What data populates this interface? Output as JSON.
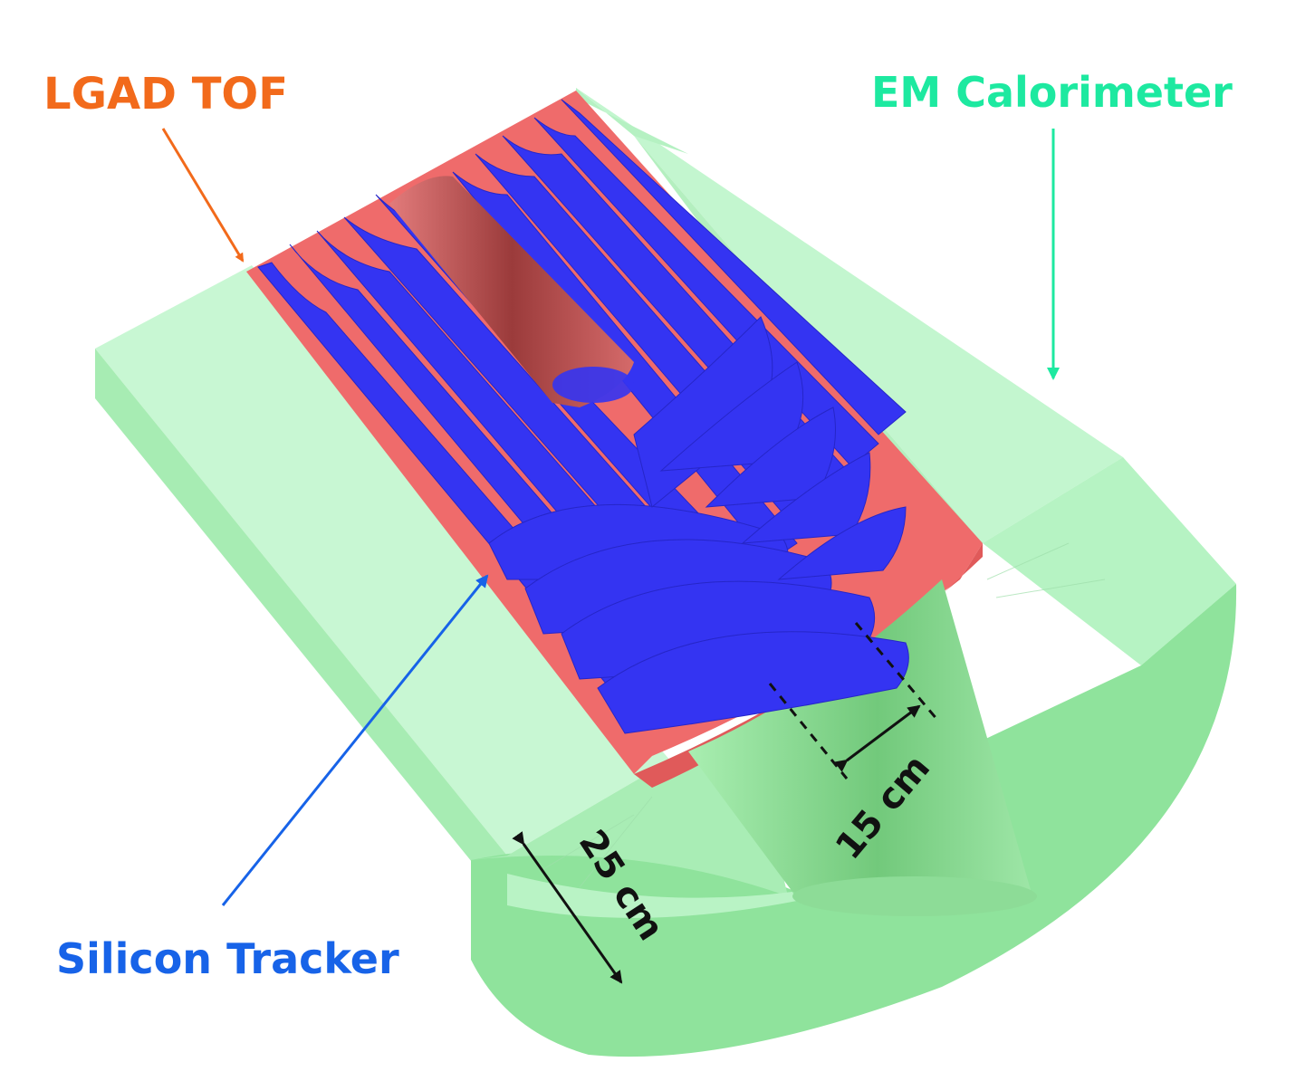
{
  "labels": {
    "tof": "LGAD TOF",
    "ecal": "EM Calorimeter",
    "tracker": "Silicon Tracker",
    "dim_inner": "15 cm",
    "dim_outer": "25 cm"
  },
  "colors": {
    "tof": "#f26a1b",
    "ecal": "#1de9a0",
    "tracker": "#1763e8",
    "calorimeter_face": "#b6f5c6",
    "calorimeter_side": "#8fe39c",
    "tof_body": "#ef6b6b",
    "tracker_blade": "#3434f2",
    "dimension": "#111111"
  }
}
